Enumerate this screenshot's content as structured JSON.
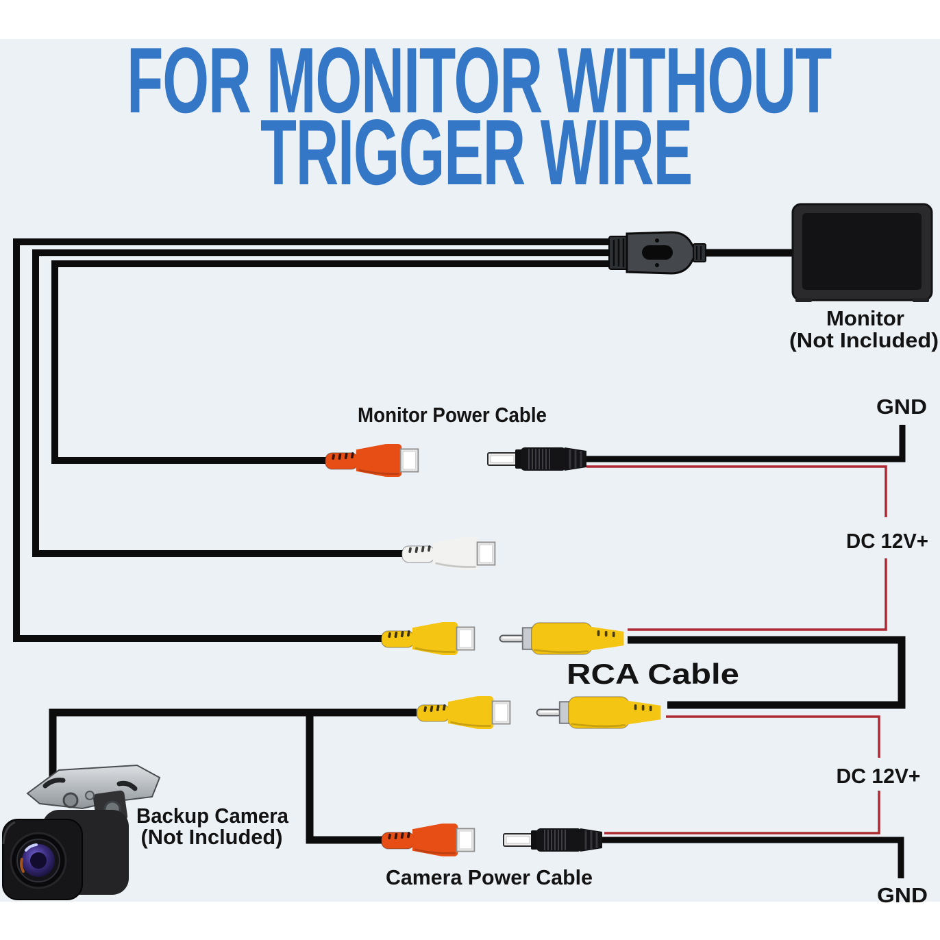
{
  "title": {
    "line1": "FOR MONITOR WITHOUT",
    "line2": "TRIGGER WIRE",
    "color": "#3377c6"
  },
  "monitor": {
    "name": "Monitor",
    "note": "(Not Included)"
  },
  "camera": {
    "name": "Backup Camera",
    "note": "(Not Included)"
  },
  "cables": {
    "monitor_power": "Monitor Power Cable",
    "rca": "RCA Cable",
    "camera_power": "Camera Power Cable"
  },
  "terminals": {
    "gnd_top": "GND",
    "dc12v_top": "DC 12V+",
    "dc12v_bottom": "DC 12V+",
    "gnd_bottom": "GND"
  },
  "colors": {
    "background": "#ecf1f6",
    "page": "#ffffff",
    "wire_black": "#0c0c0d",
    "wire_red": "#ad2a32",
    "rca_orange": "#e64e15",
    "rca_yellow": "#f5c514",
    "rca_white": "#f2f2f0",
    "label_text": "#131313"
  }
}
